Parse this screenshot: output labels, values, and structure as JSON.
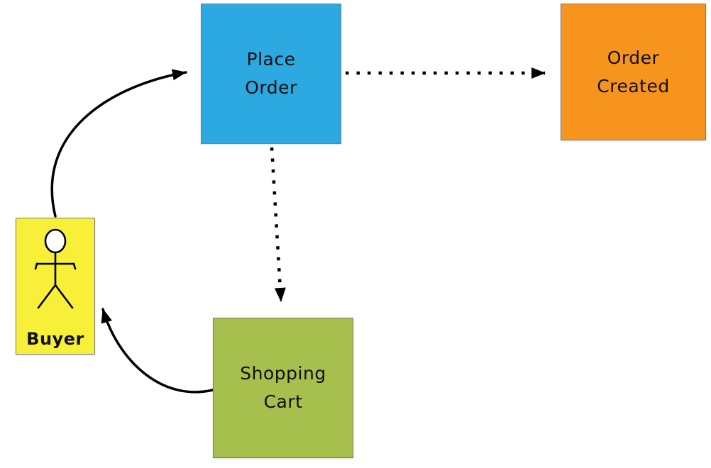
{
  "diagram": {
    "background_color": "#ffffff",
    "nodes": {
      "place_order": {
        "label": "Place Order",
        "color": "#2ba9e0"
      },
      "order_created": {
        "label": "Order Created",
        "color": "#f7941e"
      },
      "shopping_cart": {
        "label": "Shopping Cart",
        "color": "#a7bf4c"
      },
      "buyer": {
        "label": "Buyer",
        "color": "#f8ef39"
      }
    },
    "edges": [
      {
        "from": "Buyer",
        "to": "Place Order",
        "style": "solid",
        "shape": "curved"
      },
      {
        "from": "Place Order",
        "to": "Order Created",
        "style": "dotted",
        "shape": "straight"
      },
      {
        "from": "Place Order",
        "to": "Shopping Cart",
        "style": "dotted",
        "shape": "straight"
      },
      {
        "from": "Shopping Cart",
        "to": "Buyer",
        "style": "solid",
        "shape": "curved"
      }
    ]
  }
}
